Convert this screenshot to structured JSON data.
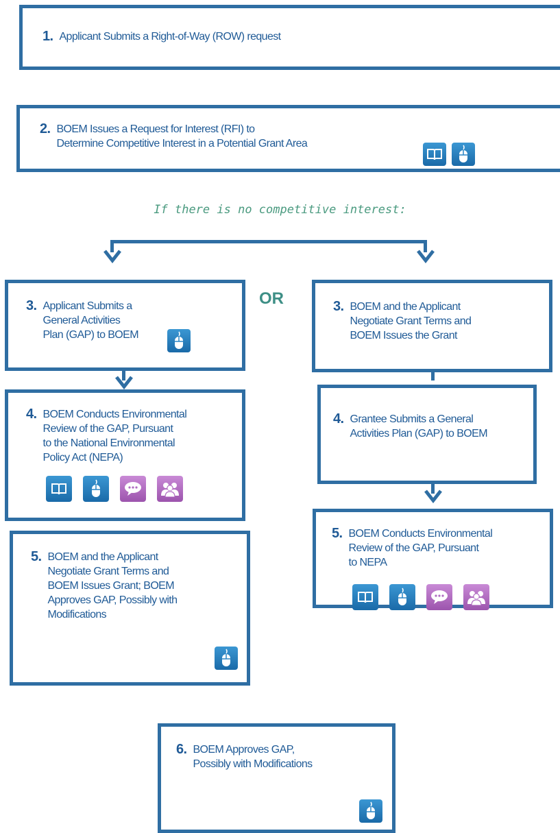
{
  "steps": {
    "s1": {
      "num": "1.",
      "text": "Applicant Submits a Right-of-Way (ROW) request"
    },
    "s2": {
      "num": "2.",
      "text": "BOEM Issues a Request for Interest (RFI) to\nDetermine Competitive Interest in a Potential Grant Area"
    },
    "condition": "If there is no competitive interest:",
    "or_label": "OR",
    "left3": {
      "num": "3.",
      "text": "Applicant Submits a\nGeneral Activities\nPlan (GAP) to BOEM"
    },
    "left4": {
      "num": "4.",
      "text": "BOEM Conducts Environmental\nReview of the GAP,  Pursuant\nto the National Environmental\nPolicy Act (NEPA)"
    },
    "left5": {
      "num": "5.",
      "text": "BOEM and the Applicant\nNegotiate Grant Terms and\nBOEM Issues Grant; BOEM\nApproves GAP, Possibly with\nModifications"
    },
    "right3": {
      "num": "3.",
      "text": "BOEM and the Applicant\nNegotiate Grant Terms and\nBOEM Issues the Grant"
    },
    "right4": {
      "num": "4.",
      "text": "Grantee Submits a General\nActivities Plan (GAP) to BOEM"
    },
    "right5": {
      "num": "5.",
      "text": "BOEM Conducts Environmental\nReview of the GAP, Pursuant\nto NEPA"
    },
    "s6": {
      "num": "6.",
      "text": "BOEM Approves GAP,\nPossibly with Modifications"
    }
  },
  "icons": {
    "book": "book-icon",
    "mouse": "mouse-icon",
    "comment": "speech-bubble-icon",
    "people": "people-icon"
  },
  "colors": {
    "border": "#2f6ea3",
    "text": "#1f5a96",
    "accent_blue": "#2a86c5",
    "accent_purple": "#b06cc2",
    "condition": "#4a9a7f"
  }
}
